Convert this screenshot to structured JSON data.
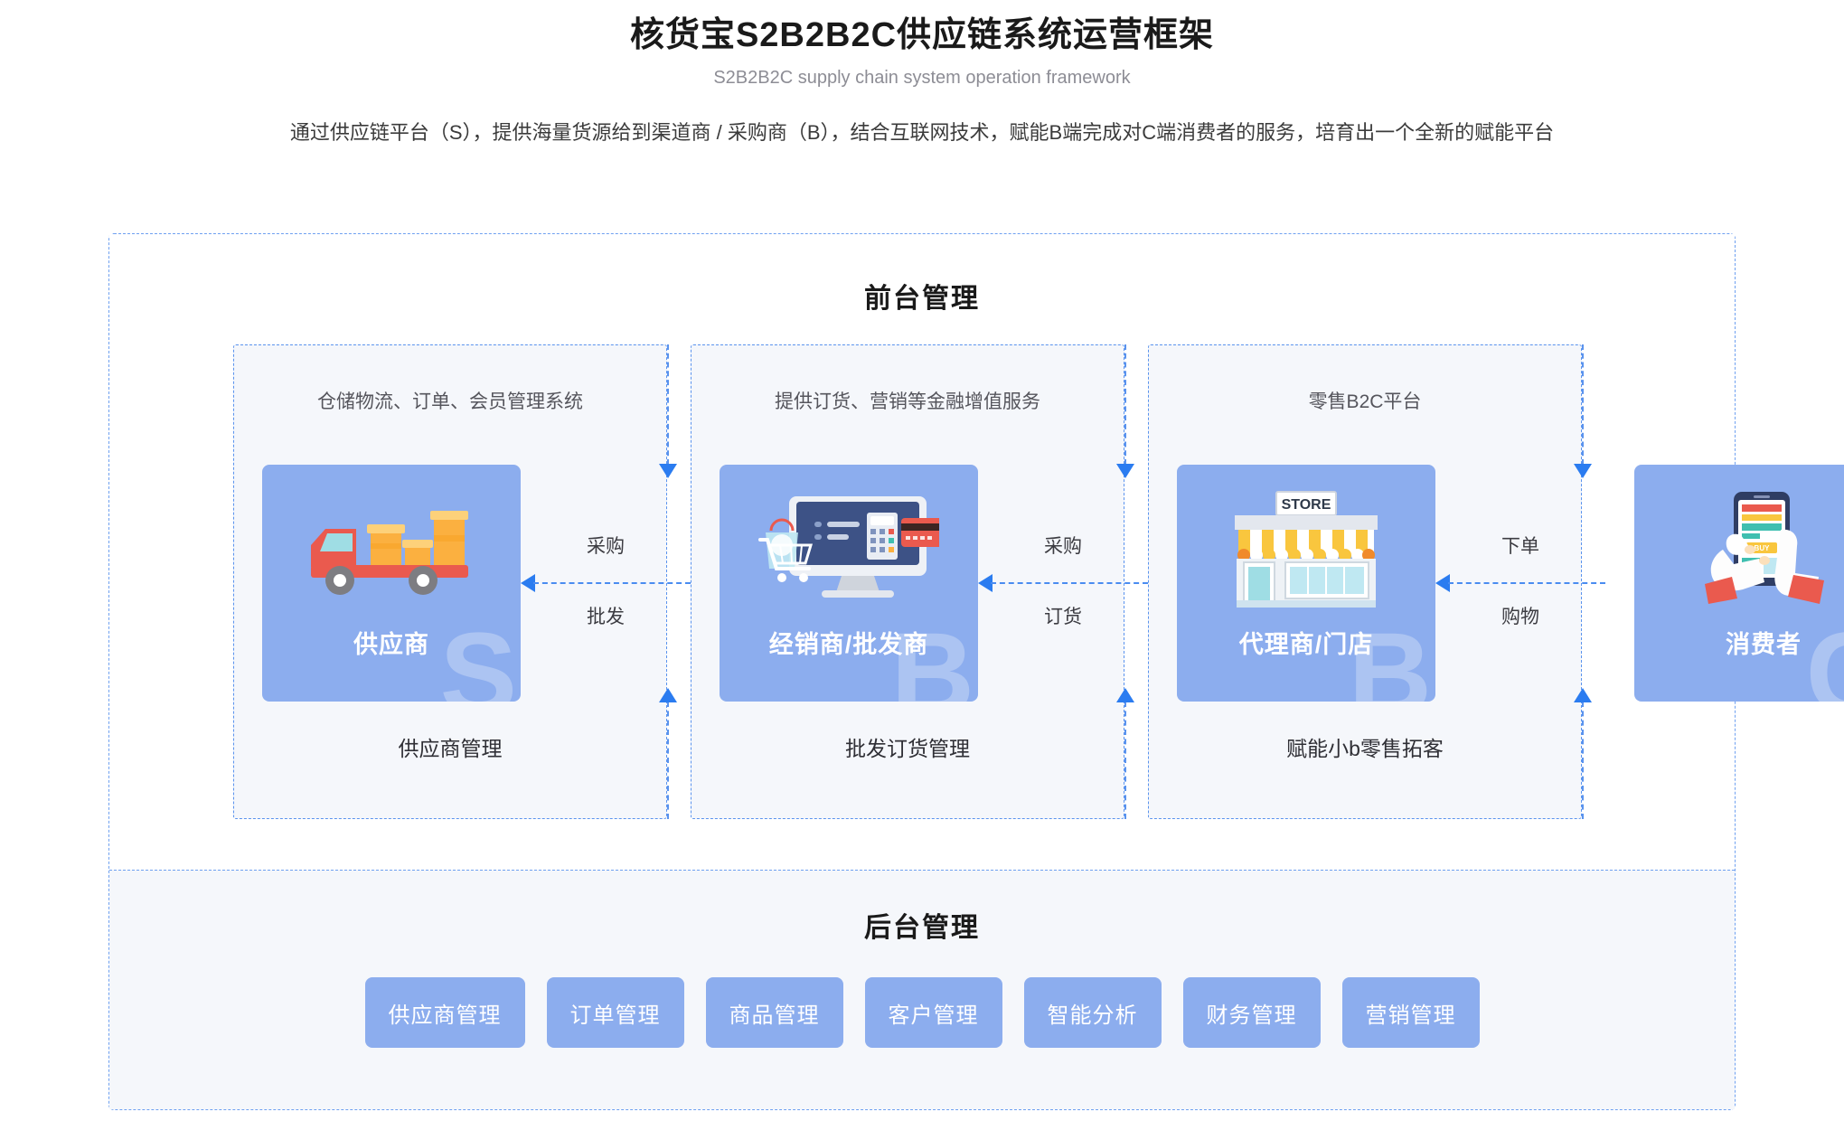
{
  "header": {
    "title": "核货宝S2B2B2C供应链系统运营框架",
    "subtitle": "S2B2B2C supply chain system operation framework",
    "lead": "通过供应链平台（S），提供海量货源给到渠道商 / 采购商（B），结合互联网技术，赋能B端完成对C端消费者的服务，培育出一个全新的赋能平台"
  },
  "front_office": {
    "title": "前台管理",
    "nodes": [
      {
        "label": "供应商",
        "watermark": "S",
        "icon": "delivery-truck-icon"
      },
      {
        "label": "经销商/批发商",
        "watermark": "B",
        "icon": "ecommerce-monitor-icon"
      },
      {
        "label": "代理商/门店",
        "watermark": "B",
        "icon": "storefront-icon"
      },
      {
        "label": "消费者",
        "watermark": "C",
        "icon": "mobile-shopping-icon"
      }
    ],
    "groups": [
      {
        "top_label": "仓储物流、订单、会员管理系统",
        "bottom_label": "供应商管理"
      },
      {
        "top_label": "提供订货、营销等金融增值服务",
        "bottom_label": "批发订货管理"
      },
      {
        "top_label": "零售B2C平台",
        "bottom_label": "赋能小b零售拓客"
      }
    ],
    "connectors": [
      {
        "top_label": "采购",
        "bottom_label": "批发"
      },
      {
        "top_label": "采购",
        "bottom_label": "订货"
      },
      {
        "top_label": "下单",
        "bottom_label": "购物"
      }
    ]
  },
  "back_office": {
    "title": "后台管理",
    "buttons": [
      "供应商管理",
      "订单管理",
      "商品管理",
      "客户管理",
      "智能分析",
      "财务管理",
      "营销管理"
    ]
  },
  "colors": {
    "card_blue": "#8cadee",
    "dashed_blue": "#5a93ee",
    "arrow_blue": "#2b7cf0",
    "panel_bg": "#f5f7fb",
    "text_dark": "#1a1a1a",
    "text_muted": "#8d8d95"
  }
}
